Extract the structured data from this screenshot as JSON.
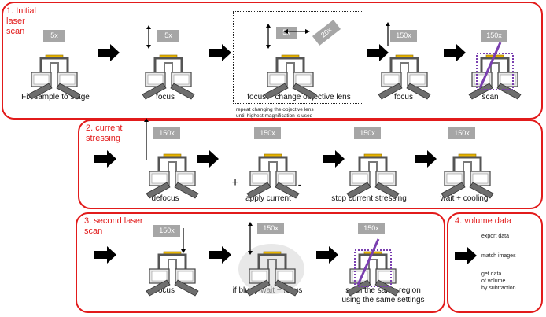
{
  "panels": [
    {
      "title": "1. Initial\nlaser\nscan",
      "steps": [
        {
          "badge": "5x",
          "caption": "Fix sample to stage"
        },
        {
          "badge": "5x",
          "caption": "focus"
        },
        {
          "badge": "5x",
          "badge2": "20x",
          "caption": "focus + change objective lens",
          "note": "repeat changing the objective lens\nuntil highest magnification is used"
        },
        {
          "badge": "150x",
          "caption": "focus"
        },
        {
          "badge": "150x",
          "caption": "scan"
        }
      ]
    },
    {
      "title": "2. current\nstressing",
      "steps": [
        {
          "badge": "150x",
          "caption": "defocus"
        },
        {
          "badge": "150x",
          "caption": "apply current",
          "plus": "+",
          "minus": "-"
        },
        {
          "badge": "150x",
          "caption": "stop current stressing"
        },
        {
          "badge": "150x",
          "caption": "wait + cooling"
        }
      ]
    },
    {
      "title": "3. second laser\nscan",
      "steps": [
        {
          "badge": "150x",
          "caption": "focus"
        },
        {
          "badge": "150x",
          "caption": "if blurry wait + focus"
        },
        {
          "badge": "150x",
          "caption": "scan the same region\nusing the same settings"
        }
      ]
    },
    {
      "title": "4. volume data",
      "items": [
        "export data",
        "match images",
        "get data\nof volume\nby subtraction"
      ]
    }
  ],
  "colors": {
    "border": "#e21b1b",
    "badge": "#a6a6a6",
    "sample": "#e8b400",
    "laser": "#7a3fb0",
    "arrow": "#000000"
  }
}
